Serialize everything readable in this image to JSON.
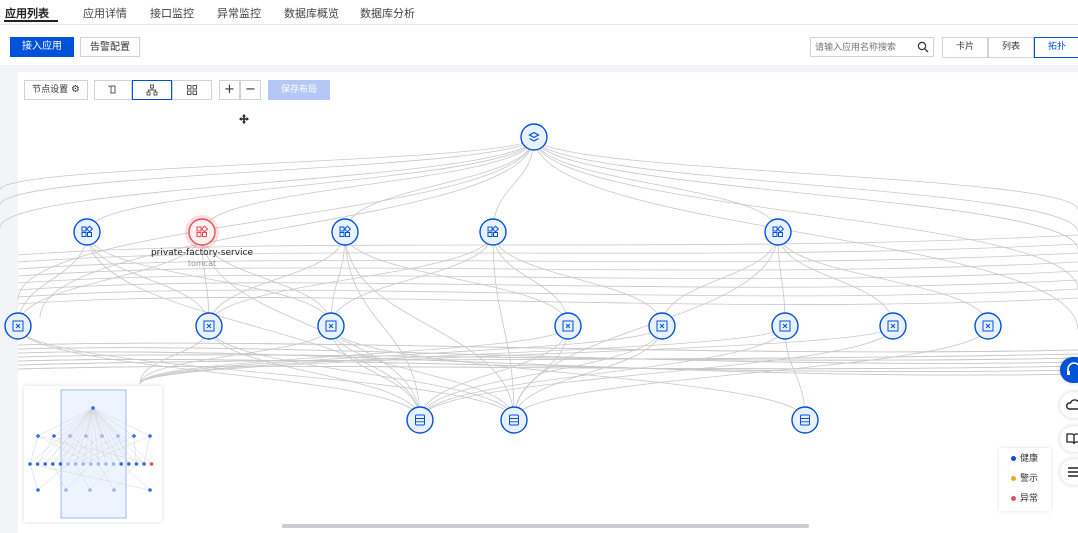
{
  "tabs": [
    {
      "label": "应用列表",
      "active": true
    },
    {
      "label": "应用详情"
    },
    {
      "label": "接口监控"
    },
    {
      "label": "异常监控"
    },
    {
      "label": "数据库概览"
    },
    {
      "label": "数据库分析"
    }
  ],
  "toolbar": {
    "add_label": "接入应用",
    "alert_label": "告警配置",
    "search_placeholder": "请输入应用名称搜索",
    "views": [
      {
        "label": "卡片"
      },
      {
        "label": "列表"
      },
      {
        "label": "拓扑",
        "active": true
      }
    ]
  },
  "canvas_controls": {
    "node_settings_label": "节点设置",
    "save_layout_label": "保存布局",
    "zoom_in": "+",
    "zoom_out": "−"
  },
  "topology": {
    "root": {
      "icon": "layers-icon",
      "status": "healthy"
    },
    "selected_node": {
      "name": "private-factory-service",
      "type": "tomcat",
      "status": "error"
    },
    "node_icons": {
      "app": "app-icon",
      "api": "api-icon",
      "database": "database-icon"
    }
  },
  "legend": [
    {
      "label": "健康",
      "color": "#0052d9"
    },
    {
      "label": "警示",
      "color": "#f5a623"
    },
    {
      "label": "异常",
      "color": "#e34d59"
    }
  ],
  "colors": {
    "accent": "#0052d9",
    "error": "#e34d59",
    "warning": "#f5a623",
    "edge": "#c8c8c8"
  }
}
